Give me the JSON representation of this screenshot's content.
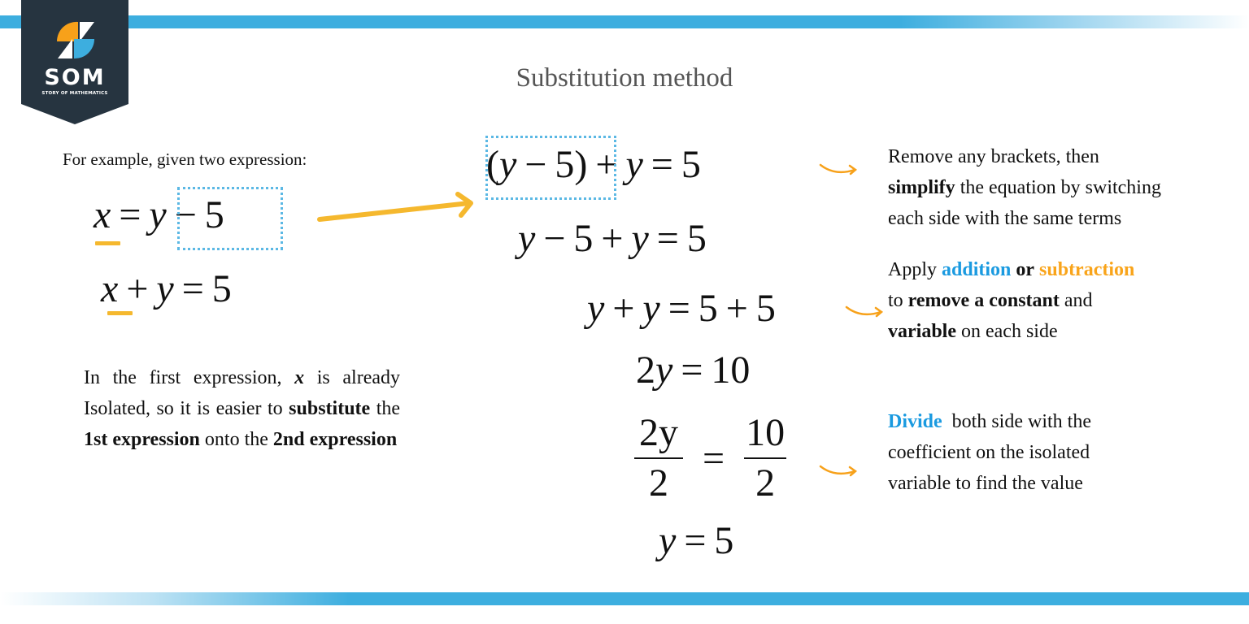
{
  "brand": {
    "logo_text": "SOM",
    "logo_subtext": "STORY OF MATHEMATICS",
    "colors": {
      "dark": "#263440",
      "orange": "#f7a11a",
      "blue": "#3daedf",
      "bar": "#3daedf"
    }
  },
  "title": "Substitution method",
  "left": {
    "intro": "For example, given two expression:",
    "equation1": {
      "lhs": "x",
      "eq": "=",
      "rhs_var": "y",
      "rhs_op": "−",
      "rhs_const": "5"
    },
    "equation2": {
      "var1": "x",
      "op": "+",
      "var2": "y",
      "eq": "=",
      "const": "5"
    },
    "paragraph": {
      "p1": "In the first expression,",
      "x": "x",
      "p2": "is already Isolated, so it is easier to",
      "substitute": "substitute",
      "p3": "the",
      "first_expr": "1st expression",
      "p4": "onto the",
      "second_expr": "2nd expression"
    }
  },
  "steps": [
    {
      "text": "(y − 5) + y = 5"
    },
    {
      "text": "y − 5 + y = 5"
    },
    {
      "text": "y + y = 5 + 5"
    },
    {
      "text": "2y = 10"
    },
    {
      "num_left": "2y",
      "den_left": "2",
      "eq": "=",
      "num_right": "10",
      "den_right": "2"
    },
    {
      "text": "y = 5"
    }
  ],
  "step_parts": {
    "s1": {
      "open": "(",
      "y": "y",
      "minus": "−",
      "five": "5",
      "close": ")",
      "plus": "+",
      "y2": "y",
      "eq": "=",
      "rhs": "5"
    },
    "s2": {
      "y": "y",
      "minus": "−",
      "five": "5",
      "plus": "+",
      "y2": "y",
      "eq": "=",
      "rhs": "5"
    },
    "s3": {
      "y": "y",
      "plus": "+",
      "y2": "y",
      "eq": "=",
      "a": "5",
      "plus2": "+",
      "b": "5"
    },
    "s4": {
      "coef": "2",
      "y": "y",
      "eq": "=",
      "rhs": "10"
    },
    "s6": {
      "y": "y",
      "eq": "=",
      "rhs": "5"
    }
  },
  "notes": {
    "n1": {
      "line1": "Remove any brackets, then",
      "bold": "simplify",
      "line2": "the equation by switching",
      "line3": "each side with the same terms"
    },
    "n2": {
      "apply": "Apply",
      "addition": "addition",
      "or": "or",
      "subtraction": "subtraction",
      "to": "to",
      "remove": "remove a constant",
      "and": "and",
      "variable": "variable",
      "rest": "on each side"
    },
    "n3": {
      "divide": "Divide",
      "line1": "both side with the",
      "line2": "coefficient on the isolated",
      "line3": "variable to find the value"
    }
  }
}
